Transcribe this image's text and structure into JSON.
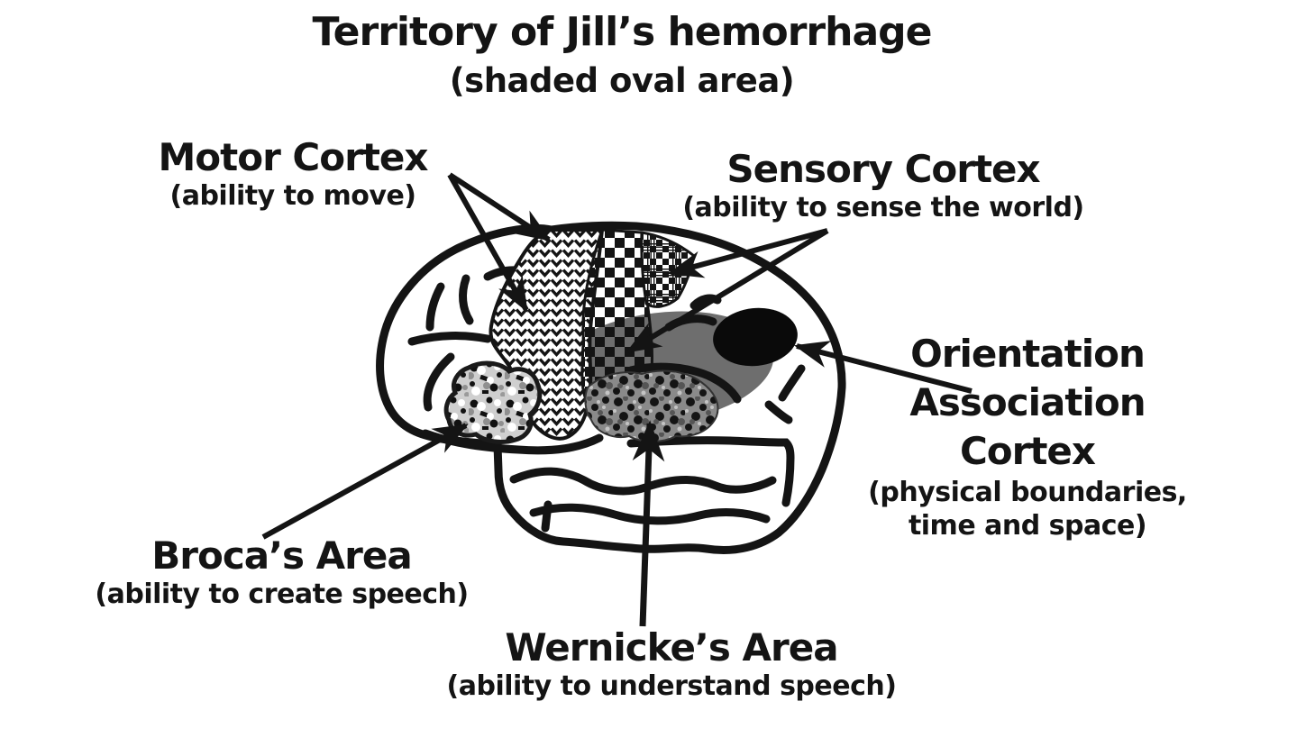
{
  "title": {
    "line1": "Territory of Jill’s hemorrhage",
    "line2": "(shaded oval area)"
  },
  "regions": {
    "motor": {
      "label": "Motor Cortex",
      "description": "(ability to move)",
      "texture": "herringbone-strip"
    },
    "sensory": {
      "label": "Sensory Cortex",
      "description": "(ability to sense the world)",
      "texture": "checkerboard-strip"
    },
    "orientation": {
      "label_line1": "Orientation",
      "label_line2": "Association",
      "label_line3": "Cortex",
      "description_line1": "(physical boundaries,",
      "description_line2": "time and space)",
      "texture": "solid-black-oval"
    },
    "broca": {
      "label": "Broca’s Area",
      "description": "(ability to create speech)",
      "texture": "light-speckle-blob"
    },
    "wernicke": {
      "label": "Wernicke’s Area",
      "description": "(ability to understand speech)",
      "texture": "dark-speckle-blob"
    },
    "hemorrhage": {
      "texture": "shaded-gray-oval"
    }
  },
  "colors": {
    "ink": "#141414",
    "background": "#ffffff",
    "hemorrhage_gray": "#6e6e6e",
    "orientation_black": "#0a0a0a"
  }
}
